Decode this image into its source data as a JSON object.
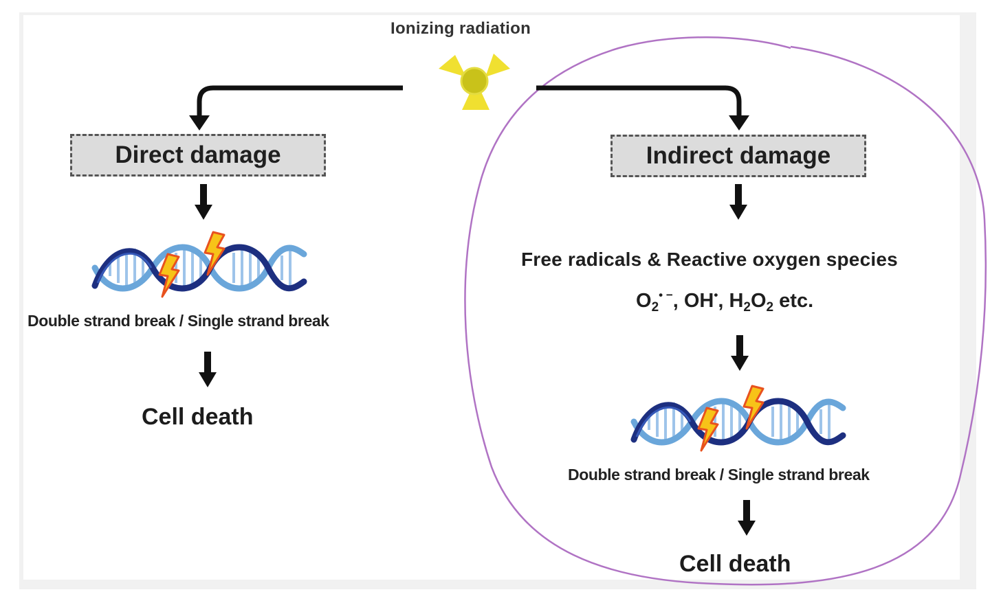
{
  "title": "Ionizing  radiation",
  "left_branch": {
    "label": "Direct damage",
    "break_label": "Double strand break / Single strand break",
    "outcome": "Cell death"
  },
  "right_branch": {
    "label": "Indirect damage",
    "species_label": "Free radicals & Reactive oxygen species",
    "formula": {
      "o2": "O",
      "o2_sub": "2",
      "o2_sup": "• −",
      "oh": ", OH",
      "oh_sup": "•",
      "h2o2_h": ", H",
      "h2o2_sub1": "2",
      "h2o2_o": "O",
      "h2o2_sub2": "2",
      "etc": " etc."
    },
    "break_label": "Double strand break / Single strand break",
    "outcome": "Cell death"
  },
  "colors": {
    "radiation_yellow": "#f0e030",
    "radiation_core": "#c9c21a",
    "bolt_fill": "#f7c318",
    "bolt_edge": "#e8521e",
    "dna_dark": "#1d2f80",
    "dna_light": "#6aa6da",
    "circle": "#b073c4"
  },
  "icons": [
    "radiation-icon",
    "dna-helix-icon",
    "lightning-bolt-icon",
    "arrow-down-icon"
  ]
}
